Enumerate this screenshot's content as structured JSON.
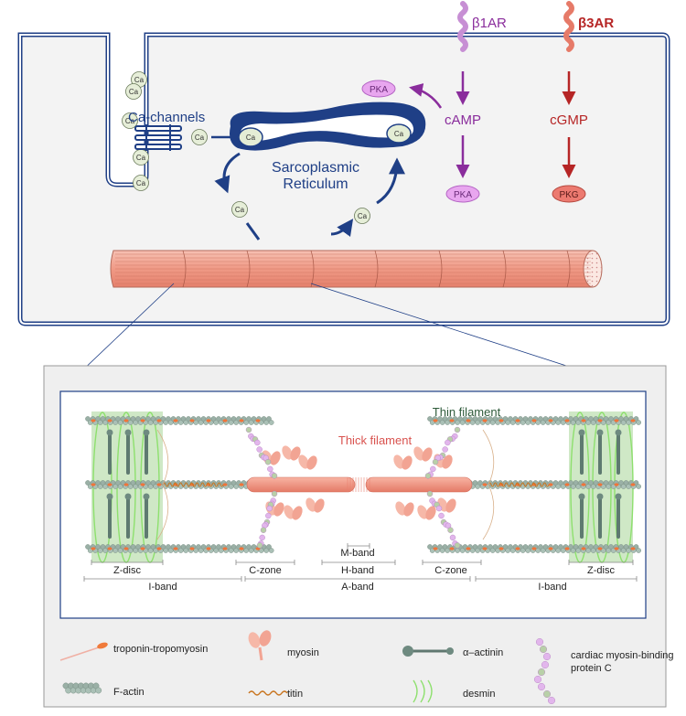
{
  "cell": {
    "receptors": {
      "b1": "β1AR",
      "b3": "β3AR"
    },
    "messengers": {
      "camp": "cAMP",
      "cgmp": "cGMP"
    },
    "kinases": {
      "pka_top": "PKA",
      "pka_bottom": "PKA",
      "pkg": "PKG"
    },
    "ion": "Ca",
    "channels_label": "Ca-channels",
    "sr_label_line1": "Sarcoplasmic",
    "sr_label_line2": "Reticulum"
  },
  "sarcomere": {
    "thin_filament": "Thin filament",
    "thick_filament": "Thick filament",
    "zdisc_left": "Z-disc",
    "zdisc_right": "Z-disc",
    "czone_left": "C-zone",
    "czone_right": "C-zone",
    "mband": "M-band",
    "hband": "H-band",
    "aband": "A-band",
    "iband_left": "I-band",
    "iband_right": "I-band"
  },
  "legend": {
    "troponin": "troponin-tropomyosin",
    "factin": "F-actin",
    "myosin": "myosin",
    "titin": "titin",
    "actinin": "α–actinin",
    "desmin": "desmin",
    "cmybpc_line1": "cardiac myosin-binding",
    "cmybpc_line2": "protein C"
  },
  "colors": {
    "navy": "#1f3f86",
    "purple": "#8a2d9c",
    "red": "#b62525",
    "salmon": "#f0a090",
    "panel": "#f0f0f0",
    "zdisc": "#cfe8c6"
  }
}
